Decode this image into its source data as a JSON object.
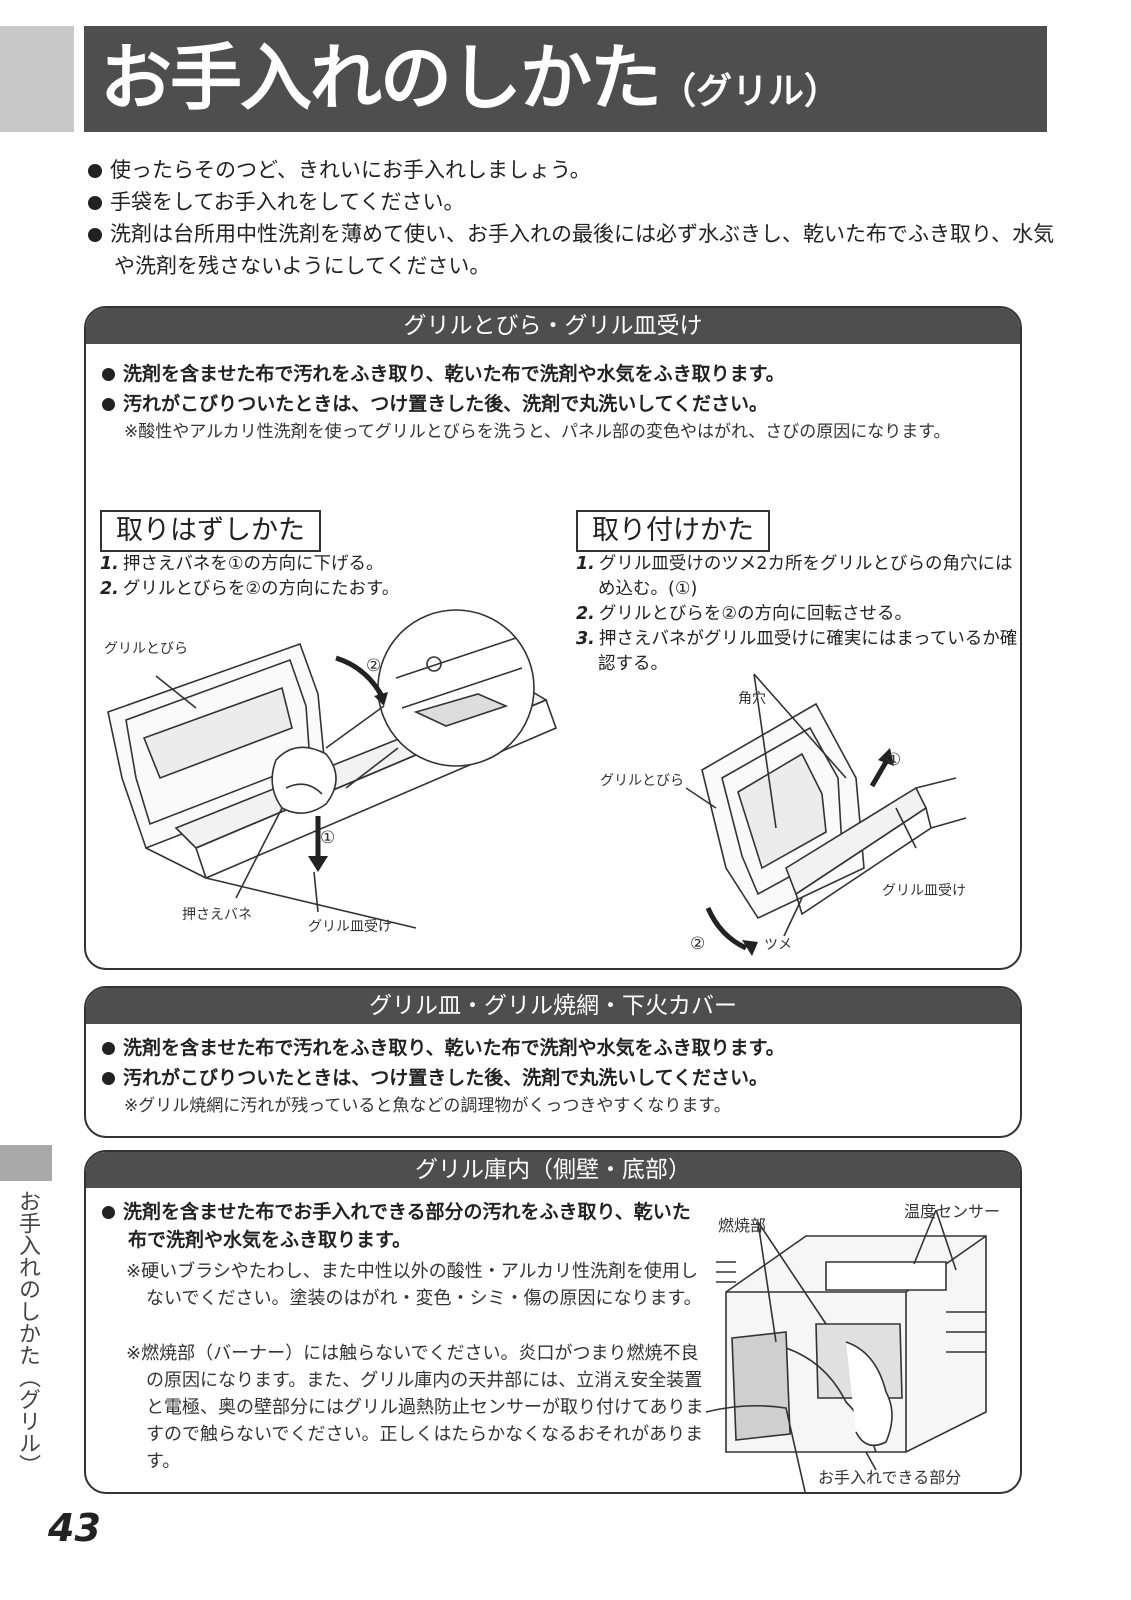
{
  "header": {
    "title": "お手入れのしかた",
    "title_sub": "（グリル）"
  },
  "intro": [
    "使ったらそのつど、きれいにお手入れしましょう。",
    "手袋をしてお手入れをしてください。",
    "洗剤は台所用中性洗剤を薄めて使い、お手入れの最後には必ず水ぶきし、乾いた布でふき取り、水気や洗剤を残さないようにしてください。"
  ],
  "door": {
    "heading": "グリルとびら・グリル皿受け",
    "bullets": [
      "洗剤を含ませた布で汚れをふき取り、乾いた布で洗剤や水気をふき取ります。",
      "汚れがこびりついたときは、つけ置きした後、洗剤で丸洗いしてください。"
    ],
    "note": "※酸性やアルカリ性洗剤を使ってグリルとびらを洗うと、パネル部の変色やはがれ、さびの原因になります。",
    "remove": {
      "title": "取りはずしかた",
      "steps": [
        {
          "num": "1.",
          "text": "押さえバネを①の方向に下げる。"
        },
        {
          "num": "2.",
          "text": "グリルとびらを②の方向にたおす。"
        }
      ],
      "labels": {
        "door": "グリルとびら",
        "spring": "押さえバネ",
        "tray": "グリル皿受け",
        "arrow1": "①",
        "arrow2": "②"
      }
    },
    "attach": {
      "title": "取り付けかた",
      "steps": [
        {
          "num": "1.",
          "text": "グリル皿受けのツメ2カ所をグリルとびらの角穴にはめ込む。(①)"
        },
        {
          "num": "2.",
          "text": "グリルとびらを②の方向に回転させる。"
        },
        {
          "num": "3.",
          "text": "押さえバネがグリル皿受けに確実にはまっているか確認する。"
        }
      ],
      "labels": {
        "hole": "角穴",
        "door": "グリルとびら",
        "tray": "グリル皿受け",
        "tab": "ツメ",
        "arrow1": "①",
        "arrow2": "②"
      }
    }
  },
  "plate": {
    "heading": "グリル皿・グリル焼網・下火カバー",
    "bullets": [
      "洗剤を含ませた布で汚れをふき取り、乾いた布で洗剤や水気をふき取ります。",
      "汚れがこびりついたときは、つけ置きした後、洗剤で丸洗いしてください。"
    ],
    "note": "※グリル焼網に汚れが残っていると魚などの調理物がくっつきやすくなります。"
  },
  "interior": {
    "heading": "グリル庫内（側壁・底部）",
    "bullet": "洗剤を含ませた布でお手入れできる部分の汚れをふき取り、乾いた布で洗剤や水気をふき取ります。",
    "notes": [
      "※硬いブラシやたわし、また中性以外の酸性・アルカリ性洗剤を使用しないでください。塗装のはがれ・変色・シミ・傷の原因になります。",
      "※燃焼部（バーナー）には触らないでください。炎口がつまり燃焼不良の原因になります。また、グリル庫内の天井部には、立消え安全装置と電極、奥の壁部分にはグリル過熱防止センサーが取り付けてありますので触らないでください。正しくはたらかなくなるおそれがあります。"
    ],
    "labels": {
      "sensor": "温度センサー",
      "burner": "燃焼部",
      "clean_area": "お手入れできる部分"
    }
  },
  "side_label": "お手入れのしかた（グリル）",
  "page_number": "43"
}
